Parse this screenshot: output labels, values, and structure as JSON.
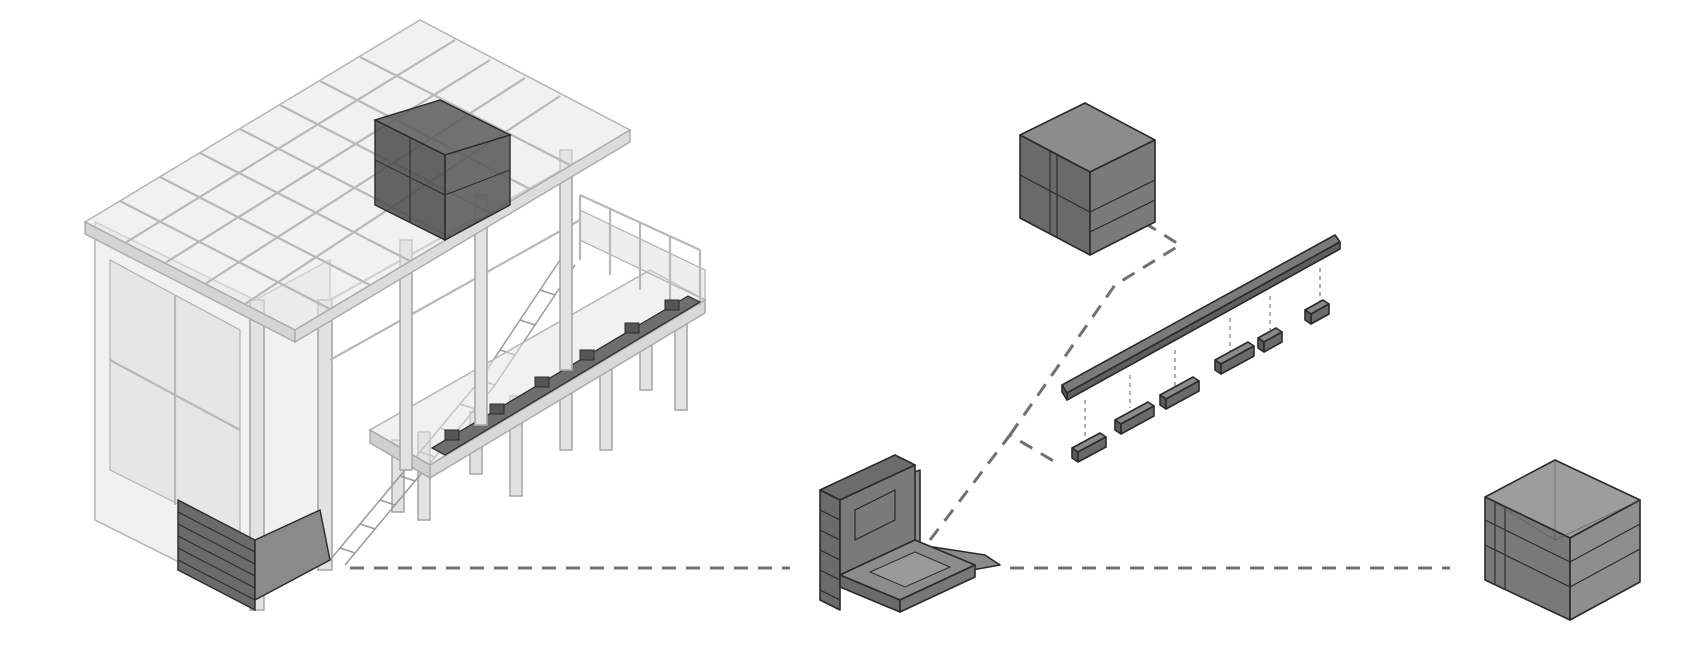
{
  "colors": {
    "background": "#ffffff",
    "structure_light": "#e2e2e2",
    "structure_stroke": "#b5b5b5",
    "module_top": "#8c8c8c",
    "module_left": "#6a6a6a",
    "module_right": "#7a7a7a",
    "module_outline": "#2a2a2a",
    "connector_dash": "#707070"
  },
  "components": [
    {
      "name": "house-structure"
    },
    {
      "name": "core-cube-module"
    },
    {
      "name": "l-shaped-module"
    },
    {
      "name": "bench-assembly"
    },
    {
      "name": "glazed-cube-module"
    }
  ]
}
